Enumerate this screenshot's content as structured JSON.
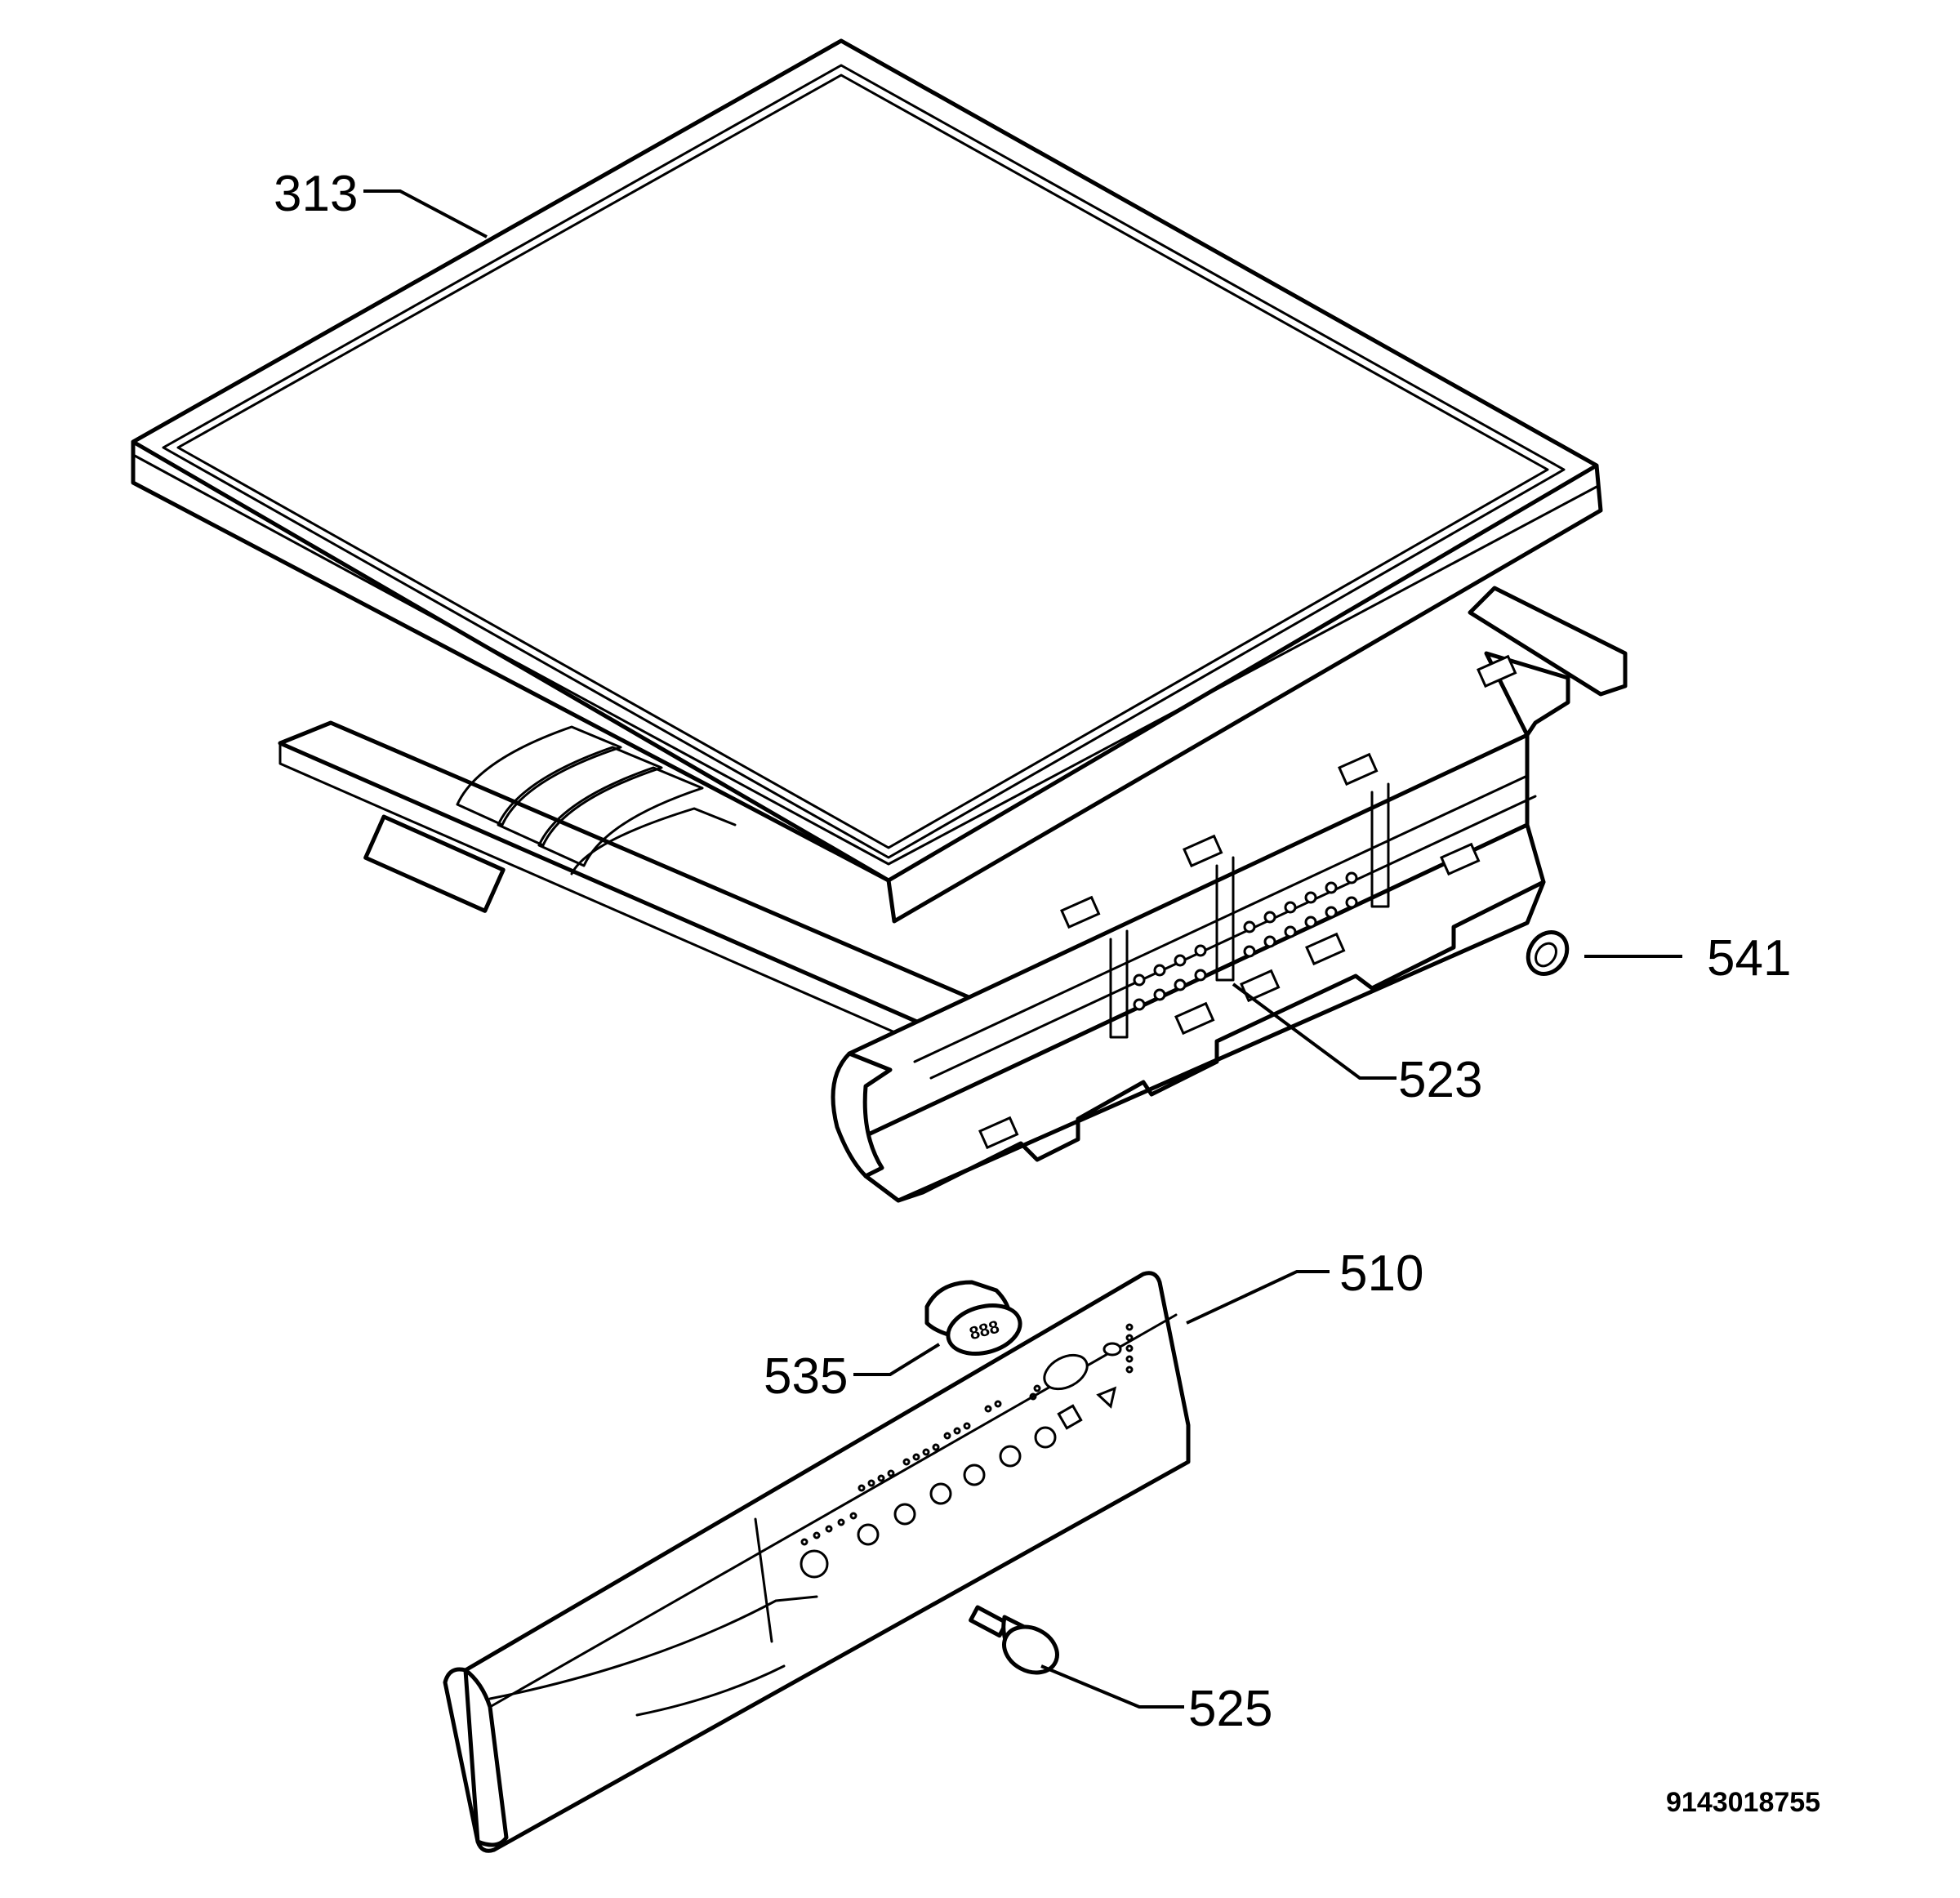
{
  "diagram": {
    "document_number": "9143018755",
    "display_digits": "888",
    "callouts": [
      {
        "id": "313",
        "label": "313",
        "part": "worktop-lid"
      },
      {
        "id": "541",
        "label": "541",
        "part": "grommet-ring"
      },
      {
        "id": "523",
        "label": "523",
        "part": "control-panel-frame"
      },
      {
        "id": "510",
        "label": "510",
        "part": "control-panel-fascia"
      },
      {
        "id": "535",
        "label": "535",
        "part": "display-lens"
      },
      {
        "id": "525",
        "label": "525",
        "part": "push-button-knob"
      }
    ]
  }
}
